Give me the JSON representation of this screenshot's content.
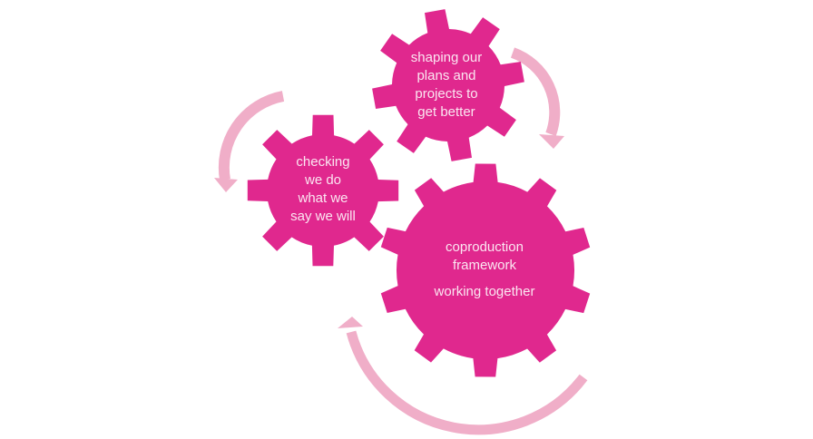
{
  "colors": {
    "gear": "#e0288e",
    "arrow": "#f0aec8",
    "text": "#fbe6f1"
  },
  "gears": {
    "top": {
      "lines": [
        "shaping our",
        "plans and",
        "projects to",
        "get better"
      ]
    },
    "left": {
      "lines": [
        "checking",
        "we do",
        "what we",
        "say we will"
      ]
    },
    "main": {
      "lines": [
        "coproduction",
        "framework",
        "working together"
      ]
    }
  }
}
